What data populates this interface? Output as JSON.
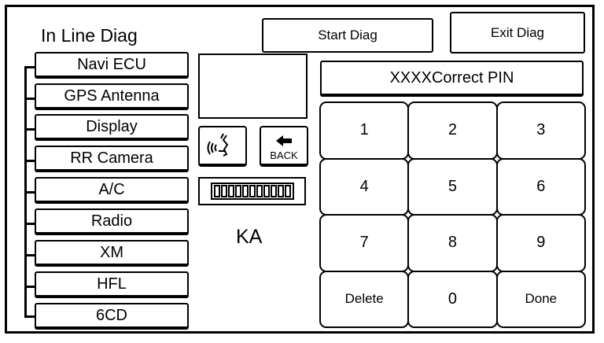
{
  "screen": {
    "title": "In Line Diag"
  },
  "header": {
    "start_diag_label": "Start Diag",
    "exit_diag_label": "Exit Diag"
  },
  "sidebar": {
    "items": [
      {
        "label": "Navi ECU"
      },
      {
        "label": "GPS Antenna"
      },
      {
        "label": "Display"
      },
      {
        "label": "RR Camera"
      },
      {
        "label": "A/C"
      },
      {
        "label": "Radio"
      },
      {
        "label": "XM"
      },
      {
        "label": "HFL"
      },
      {
        "label": "6CD"
      }
    ]
  },
  "controls": {
    "voice_icon": "voice-recognition-icon",
    "back_icon": "back-arrow-icon",
    "back_label": "BACK",
    "progress_segments": 11,
    "status_text": "KA"
  },
  "pin": {
    "value": "XXXXCorrect PIN"
  },
  "keypad": {
    "keys": [
      "1",
      "2",
      "3",
      "4",
      "5",
      "6",
      "7",
      "8",
      "9",
      "Delete",
      "0",
      "Done"
    ]
  }
}
